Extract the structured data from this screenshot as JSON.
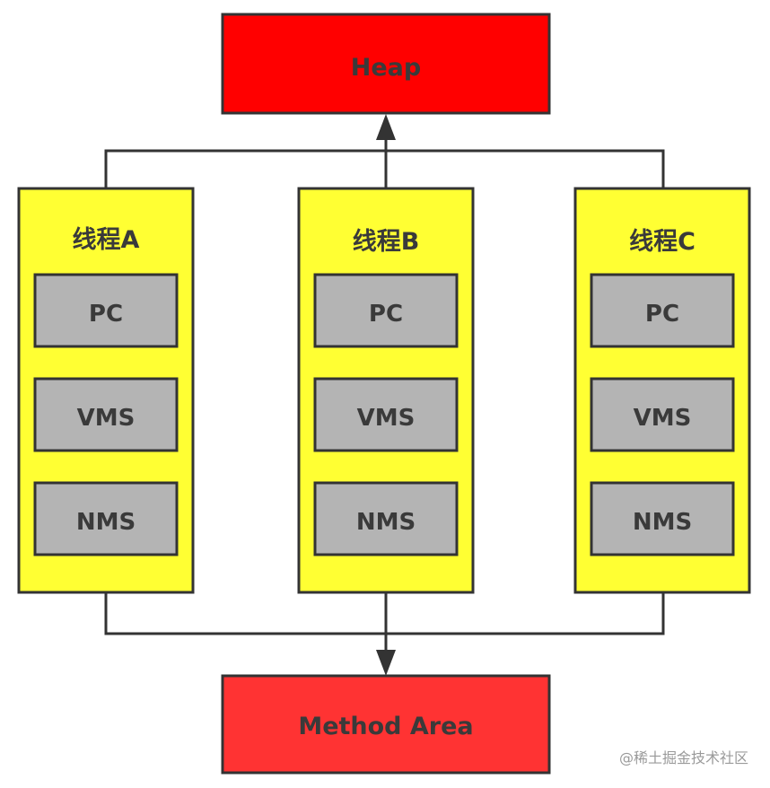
{
  "heap": {
    "label": "Heap",
    "color": "#ff0000"
  },
  "method_area": {
    "label": "Method Area",
    "color": "#ff3333"
  },
  "thread_color": "#ffff33",
  "frame_color": "#b4b4b4",
  "threads": [
    {
      "title": "线程A",
      "frames": [
        "PC",
        "VMS",
        "NMS"
      ]
    },
    {
      "title": "线程B",
      "frames": [
        "PC",
        "VMS",
        "NMS"
      ]
    },
    {
      "title": "线程C",
      "frames": [
        "PC",
        "VMS",
        "NMS"
      ]
    }
  ],
  "watermark": "@稀土掘金技术社区"
}
